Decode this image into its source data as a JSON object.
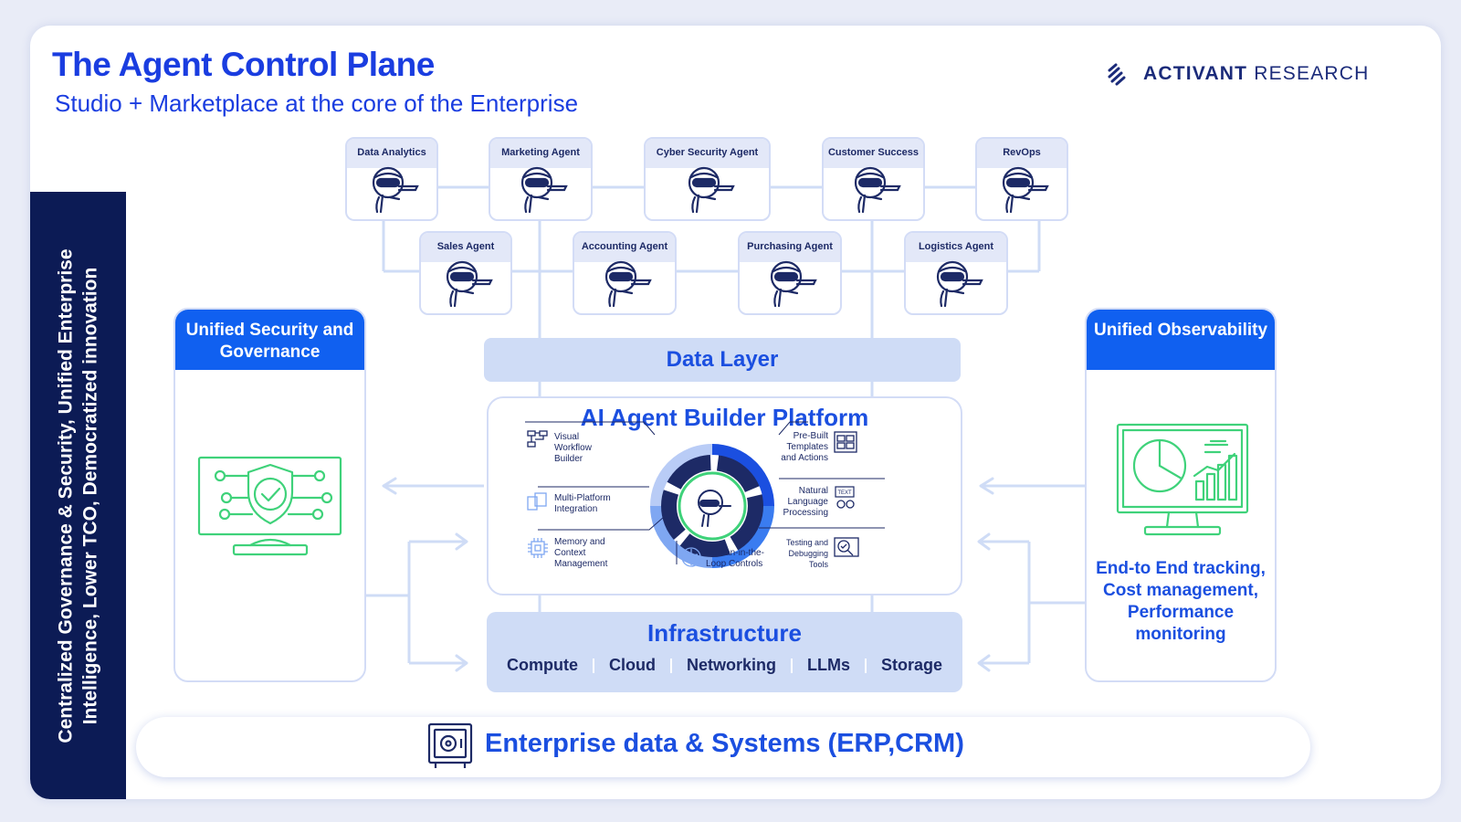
{
  "header": {
    "title": "The Agent Control Plane",
    "subtitle": "Studio + Marketplace at the core of the Enterprise",
    "brand_strong": "ACTIVANT",
    "brand_light": " RESEARCH"
  },
  "sidebar": {
    "text": "Centralized Governance & Security, Unified Enterprise Intelligence, Lower TCO, Democratized innovation"
  },
  "agents_top": [
    "Data Analytics",
    "Marketing Agent",
    "Cyber Security Agent",
    "Customer Success",
    "RevOps"
  ],
  "agents_bottom": [
    "Sales Agent",
    "Accounting Agent",
    "Purchasing Agent",
    "Logistics Agent"
  ],
  "security_panel": {
    "title": "Unified Security and Governance"
  },
  "observability_panel": {
    "title": "Unified Observability",
    "description": "End-to End tracking, Cost management, Performance monitoring"
  },
  "data_layer": "Data Layer",
  "platform": {
    "title": "AI Agent Builder Platform",
    "features_left": [
      "Visual Workflow Builder",
      "Multi-Platform Integration",
      "Memory and Context Management"
    ],
    "features_right": [
      "Pre-Built Templates and Actions",
      "Natural Language Processing",
      "Testing and Debugging Tools"
    ],
    "feature_center": "Human-in-the-Loop Controls",
    "text_badge": "TEXT"
  },
  "infrastructure": {
    "title": "Infrastructure",
    "items": [
      "Compute",
      "Cloud",
      "Networking",
      "LLMs",
      "Storage"
    ]
  },
  "enterprise": "Enterprise data & Systems (ERP,CRM)",
  "colors": {
    "primary_blue": "#1b4fe0",
    "panel_header_blue": "#1060f0",
    "navy": "#0c1b55",
    "light_blue_fill": "#cfdcf6",
    "green_icon": "#3fd27a"
  }
}
